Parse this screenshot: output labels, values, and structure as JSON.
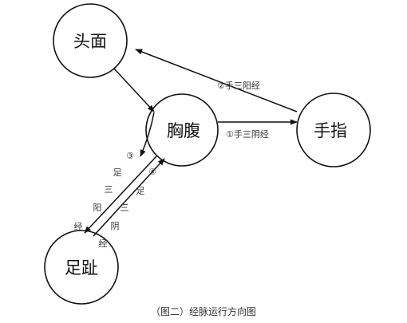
{
  "nodes": {
    "head": "头面",
    "chest": "胸腹",
    "hand": "手指",
    "foot": "足趾"
  },
  "edges": {
    "chest_to_hand": "①手三阴经",
    "hand_to_head": "②手三阳经",
    "head_to_foot": {
      "marker": "③",
      "chars": [
        "足",
        "三",
        "阳",
        "经"
      ]
    },
    "foot_to_chest": {
      "marker": "④",
      "chars": [
        "足",
        "三",
        "阴",
        "经"
      ]
    }
  },
  "caption": "（图二）经脉运行方向图"
}
